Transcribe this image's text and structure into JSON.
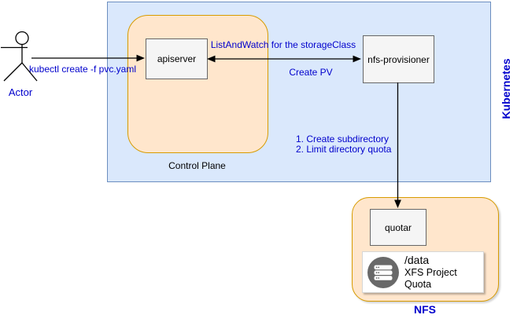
{
  "actor": {
    "label": "Actor"
  },
  "kubernetes": {
    "label": "Kubernetes",
    "control_plane": {
      "label": "Control Plane",
      "apiserver_label": "apiserver"
    },
    "nfs_provisioner_label": "nfs-provisioner"
  },
  "nfs": {
    "label": "NFS",
    "quotar_label": "quotar",
    "storage_card": {
      "path": "/data",
      "subtitle": "XFS Project Quota",
      "icon": "storage-server-icon"
    }
  },
  "edges": {
    "kubectl_label": "kubectl create -f pvc.yaml",
    "list_and_watch_label": "ListAndWatch for the storageClass",
    "create_pv_label": "Create PV",
    "provision_steps": [
      "1. Create subdirectory",
      "2. Limit directory quota"
    ]
  },
  "colors": {
    "kubernetes_fill": "#dae8fc",
    "kubernetes_stroke": "#6c8ebf",
    "orange_fill": "#ffe6cc",
    "orange_stroke": "#d79b00",
    "node_fill": "#f5f5f5",
    "node_stroke": "#666666",
    "label_blue": "#0000cc",
    "icon_grey": "#696969"
  }
}
